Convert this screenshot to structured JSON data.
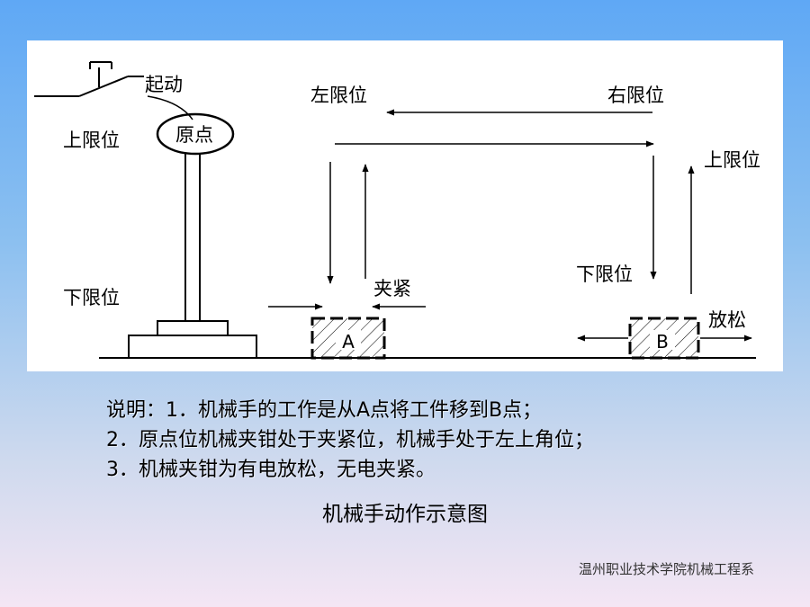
{
  "diagram": {
    "labels": {
      "start": "起动",
      "origin": "原点",
      "upper_limit_left": "上限位",
      "lower_limit_left": "下限位",
      "left_limit": "左限位",
      "right_limit": "右限位",
      "upper_limit_right": "上限位",
      "lower_limit_right": "下限位",
      "clamp": "夹紧",
      "release": "放松",
      "point_a": "A",
      "point_b": "B"
    }
  },
  "notes": {
    "line1": "说明：1．机械手的工作是从A点将工件移到B点；",
    "line2": "2．原点位机械夹钳处于夹紧位，机械手处于左上角位；",
    "line3": "3．机械夹钳为有电放松，无电夹紧。"
  },
  "caption": "机械手动作示意图",
  "credit": "温州职业技术学院机械工程系"
}
